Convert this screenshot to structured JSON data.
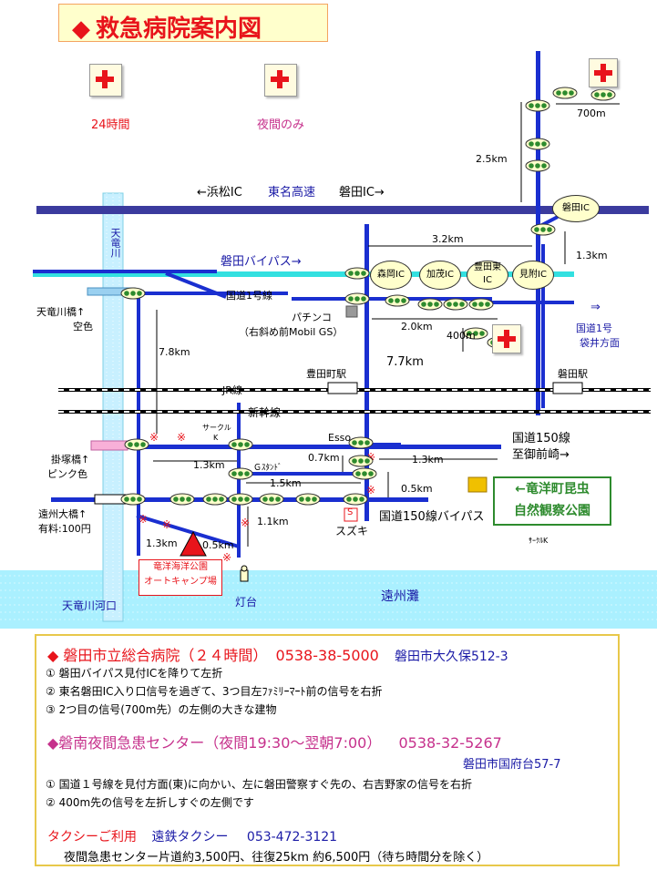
{
  "title": "救急病院案内図",
  "title_marker": "◆",
  "icons": {
    "hospital_24h_label": "24時間",
    "hospital_night_label": "夜間のみ"
  },
  "map": {
    "highway_label_left": "←浜松IC",
    "highway_label_name": "東名高速",
    "highway_label_right": "磐田IC→",
    "ic_iwata": "磐田IC",
    "dist_700m": "700m",
    "dist_25km": "2.5km",
    "dist_13km_top": "1.3km",
    "dist_32km": "3.2km",
    "bypass_label": "磐田バイパス→",
    "ic_morioka": "森岡IC",
    "ic_kamo": "加茂IC",
    "ic_toyoda_east_1": "豊田東",
    "ic_toyoda_east_2": "IC",
    "ic_mitsuke": "見附IC",
    "tenryu_river": "天竜川",
    "route1_label": "国道1号線",
    "tenryu_bridge": "天竜川橋↑",
    "tenryu_bridge_color": "空色",
    "pachinko": "パチンコ",
    "pachinko_note": "（右斜め前Mobil GS）",
    "dist_20km": "2.0km",
    "dist_400m": "400m",
    "route1_right_arrow": "⇒",
    "route1_right_1": "国道1号",
    "route1_right_2": "袋井方面",
    "dist_78km": "7.8km",
    "dist_77km": "7.7km",
    "toyodacho_station": "豊田町駅",
    "iwata_station": "磐田駅",
    "jr_line": "JR線",
    "shinkansen": "新幹線",
    "circle_k_1": "サークル",
    "circle_k_2": "K",
    "esso": "Esso",
    "route150_1": "国道150線",
    "route150_2": "至御前崎→",
    "haizuka_bridge": "掛塚橋↑",
    "haizuka_color": "ピンク色",
    "dist_13km_mid": "1.3km",
    "dist_07km": "0.7km",
    "dist_13km_right": "1.3km",
    "g_stand": "Ｇｽﾀﾝﾄﾞ",
    "dist_15km": "1.5km",
    "dist_05km_right": "0.5km",
    "enshu_bridge_1": "遠州大橋↑",
    "enshu_bridge_2": "有料:100円",
    "dist_11km": "1.1km",
    "suzuki_sign": "S",
    "suzuki": "スズキ",
    "route150_bypass": "国道150線バイパス",
    "park_1": "←竜洋町昆虫",
    "park_2": "自然観察公園",
    "circle_k_small": "ｻｰｸﾙK",
    "dist_13km_bottom": "1.3km",
    "dist_05km_bottom": "0.5km",
    "camp_1": "竜洋海洋公園",
    "camp_2": "オートキャンプ場",
    "lighthouse": "灯台",
    "tenryu_mouth": "天竜川河口",
    "enshu_nada": "遠州灘"
  },
  "info": {
    "h1_marker": "◆",
    "h1_name": "磐田市立総合病院（２４時間）",
    "h1_phone": "0538-38-5000",
    "h1_addr": "磐田市大久保512-3",
    "h1_step1": "①  磐田バイパス見付ICを降りて左折",
    "h1_step2": "②  東名磐田IC入り口信号を過ぎて、3つ目左ﾌｧﾐﾘｰﾏｰﾄ前の信号を右折",
    "h1_step3": "③  2つ目の信号(700m先）の左側の大きな建物",
    "h2_name": "◆磐南夜間急患センター（夜間19:30～翌朝7:00）",
    "h2_phone": "0538-32-5267",
    "h2_addr": "磐田市国府台57-7",
    "h2_step1": "①  国道１号線を見付方面(東)に向かい、左に磐田警察すぐ先の、右吉野家の信号を右折",
    "h2_step2": "②  400m先の信号を左折しすぐの左側です",
    "taxi_label": "タクシーご利用",
    "taxi_name": "遠鉄タクシー",
    "taxi_phone": "053-472-3121",
    "taxi_fare": "夜間急患センター片道約3,500円、往復25km 約6,500円（待ち時間分を除く）"
  },
  "colors": {
    "road": "#1a2fd0",
    "highway": "#3b3b9e",
    "bypass": "#33e0e0",
    "river": "#c8f0ff",
    "sea": "#aaf0ff",
    "accent_red": "#e8141b",
    "magenta": "#c6318c",
    "green": "#2e8b2e",
    "signal_green": "#2e8b2e"
  }
}
